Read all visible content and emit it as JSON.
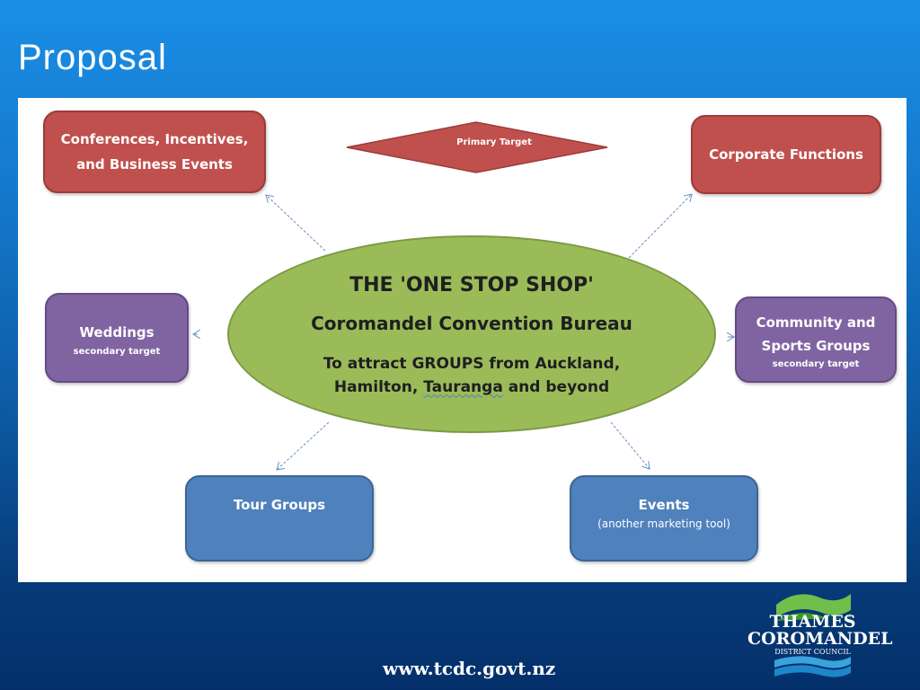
{
  "slide": {
    "title": "Proposal"
  },
  "diagram": {
    "primary_target_label": "Primary Target",
    "center": {
      "title": "THE 'ONE STOP SHOP'",
      "subtitle": "Coromandel Convention Bureau",
      "line1": "To attract GROUPS from Auckland,",
      "line2_a": "Hamilton, ",
      "line2_b": "Tauranga",
      "line2_c": " and beyond"
    },
    "boxes": {
      "conferences": {
        "line1": "Conferences, Incentives,",
        "line2": "and Business Events"
      },
      "corporate": {
        "label": "Corporate Functions"
      },
      "weddings": {
        "label": "Weddings",
        "sub": "secondary target"
      },
      "community": {
        "line1": "Community and",
        "line2": "Sports Groups",
        "sub": "secondary target"
      },
      "tour": {
        "label": "Tour Groups"
      },
      "events": {
        "label": "Events",
        "sub": "(another marketing tool)"
      }
    },
    "colors": {
      "red": "#c0504d",
      "purple": "#8064a2",
      "blue": "#4f81bd",
      "green": "#9bbb59"
    }
  },
  "footer": {
    "url": "www.tcdc.govt.nz",
    "logo": {
      "line1": "THAMES",
      "line2": "COROMANDEL",
      "line3": "DISTRICT COUNCIL"
    }
  }
}
